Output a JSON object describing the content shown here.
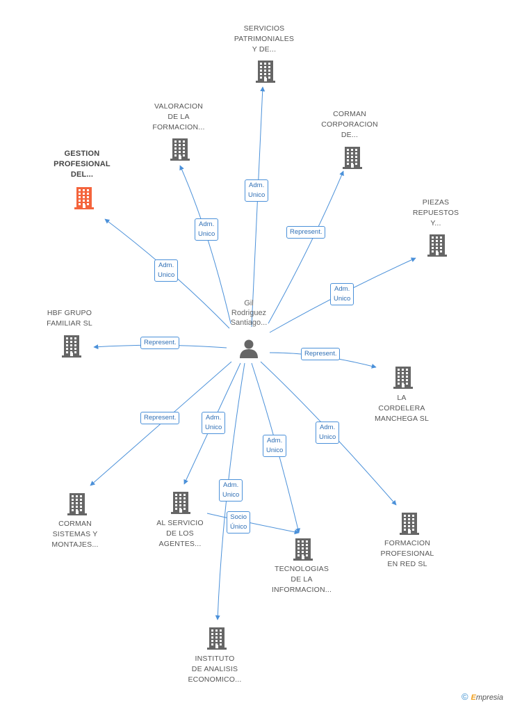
{
  "center": {
    "name_lines": [
      "Gil",
      "Rodriguez",
      "Santiago..."
    ],
    "icon": "person-icon"
  },
  "colors": {
    "edge": "#4a90d9",
    "building": "#666666",
    "highlight_building": "#f4643c"
  },
  "nodes": [
    {
      "id": "servicios",
      "lines": [
        "SERVICIOS",
        "PATRIMONIALES",
        "Y DE..."
      ],
      "icon": "building-icon",
      "highlight": false
    },
    {
      "id": "valoracion",
      "lines": [
        "VALORACION",
        "DE LA",
        "FORMACION..."
      ],
      "icon": "building-icon",
      "highlight": false
    },
    {
      "id": "corman-corp",
      "lines": [
        "CORMAN",
        "CORPORACION",
        "DE..."
      ],
      "icon": "building-icon",
      "highlight": false
    },
    {
      "id": "gestion",
      "lines": [
        "GESTION",
        "PROFESIONAL",
        "DEL..."
      ],
      "icon": "building-icon",
      "highlight": true
    },
    {
      "id": "piezas",
      "lines": [
        "PIEZAS",
        "REPUESTOS",
        "Y..."
      ],
      "icon": "building-icon",
      "highlight": false
    },
    {
      "id": "hbf",
      "lines": [
        "HBF GRUPO",
        "FAMILIAR SL"
      ],
      "icon": "building-icon",
      "highlight": false
    },
    {
      "id": "cordelera",
      "lines": [
        "LA",
        "CORDELERA",
        "MANCHEGA SL"
      ],
      "icon": "building-icon",
      "highlight": false
    },
    {
      "id": "corman-sis",
      "lines": [
        "CORMAN",
        "SISTEMAS Y",
        "MONTAJES..."
      ],
      "icon": "building-icon",
      "highlight": false
    },
    {
      "id": "alservicio",
      "lines": [
        "AL SERVICIO",
        "DE LOS",
        "AGENTES..."
      ],
      "icon": "building-icon",
      "highlight": false
    },
    {
      "id": "tecnologias",
      "lines": [
        "TECNOLOGIAS",
        "DE LA",
        "INFORMACION..."
      ],
      "icon": "building-icon",
      "highlight": false
    },
    {
      "id": "formacion",
      "lines": [
        "FORMACION",
        "PROFESIONAL",
        "EN RED SL"
      ],
      "icon": "building-icon",
      "highlight": false
    },
    {
      "id": "instituto",
      "lines": [
        "INSTITUTO",
        "DE ANALISIS",
        "ECONOMICO..."
      ],
      "icon": "building-icon",
      "highlight": false
    }
  ],
  "relations": [
    {
      "target": "servicios",
      "lines": [
        "Adm.",
        "Unico"
      ]
    },
    {
      "target": "valoracion",
      "lines": [
        "Adm.",
        "Unico"
      ]
    },
    {
      "target": "corman-corp",
      "lines": [
        "Represent."
      ]
    },
    {
      "target": "gestion",
      "lines": [
        "Adm.",
        "Unico"
      ]
    },
    {
      "target": "piezas",
      "lines": [
        "Adm.",
        "Unico"
      ]
    },
    {
      "target": "hbf",
      "lines": [
        "Represent."
      ]
    },
    {
      "target": "cordelera",
      "lines": [
        "Represent."
      ]
    },
    {
      "target": "corman-sis",
      "lines": [
        "Represent."
      ]
    },
    {
      "target": "alservicio",
      "lines": [
        "Adm.",
        "Unico"
      ]
    },
    {
      "target": "tecnologias",
      "lines": [
        "Adm.",
        "Unico"
      ]
    },
    {
      "target": "formacion",
      "lines": [
        "Adm.",
        "Unico"
      ]
    },
    {
      "target": "instituto",
      "lines": [
        "Adm.",
        "Unico"
      ]
    },
    {
      "target": "tecnologias",
      "lines": [
        "Socio",
        "Único"
      ]
    }
  ],
  "footer": {
    "copyright": "©",
    "brand_first": "E",
    "brand_rest": "mpresia"
  }
}
